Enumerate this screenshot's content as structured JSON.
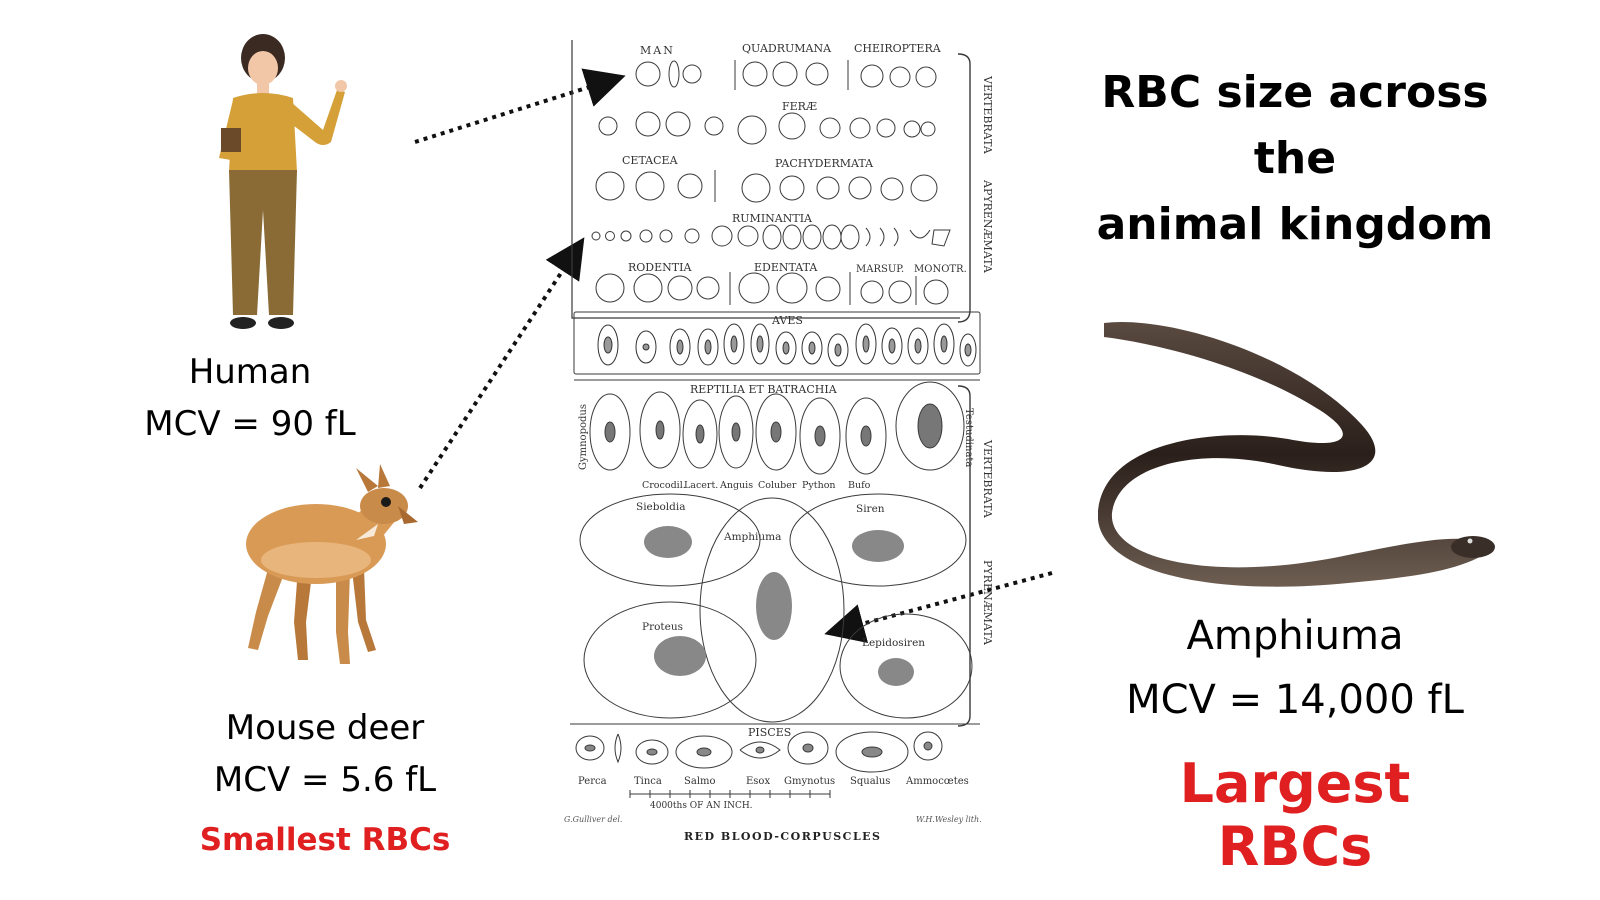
{
  "title": {
    "line1": "RBC size across the",
    "line2": "animal kingdom"
  },
  "human": {
    "name": "Human",
    "mcv": "MCV = 90 fL"
  },
  "mouse_deer": {
    "name": "Mouse deer",
    "mcv": "MCV = 5.6 fL",
    "note": "Smallest RBCs"
  },
  "amphiuma": {
    "name": "Amphiuma",
    "mcv": "MCV = 14,000 fL",
    "note": "Largest RBCs"
  },
  "plate": {
    "groups": [
      "MAN",
      "QUADRUMANA",
      "CHEIROPTERA",
      "FERÆ",
      "CETACEA",
      "PACHYDERMATA",
      "RUMINANTIA",
      "RODENTIA",
      "EDENTATA",
      "MARSUP.",
      "MONOTR.",
      "AVES",
      "REPTILIA ET BATRACHIA",
      "PISCES"
    ],
    "side_labels": [
      "VERTEBRATA",
      "APYRENÆMATA",
      "PYRENÆMATA",
      "Gymnopodus",
      "Testudinata"
    ],
    "reptile_labels": [
      "Crocodil.",
      "Lacert.",
      "Anguis",
      "Coluber",
      "Python",
      "Bufo"
    ],
    "amphibian_labels": [
      "Sieboldia",
      "Siren",
      "Amphiuma",
      "Proteus",
      "Lepidosiren"
    ],
    "fish_labels": [
      "Perca",
      "Tinca",
      "Salmo",
      "Esox",
      "Gmynotus",
      "Squalus",
      "Ammocœtes"
    ],
    "scale_caption": "4000ths OF AN INCH.",
    "caption": "RED BLOOD-CORPUSCLES",
    "credits": [
      "G.Gulliver del.",
      "W.H.Wesley lith."
    ]
  },
  "colors": {
    "accent_red": "#e02020",
    "ink": "#3a3a3a"
  }
}
